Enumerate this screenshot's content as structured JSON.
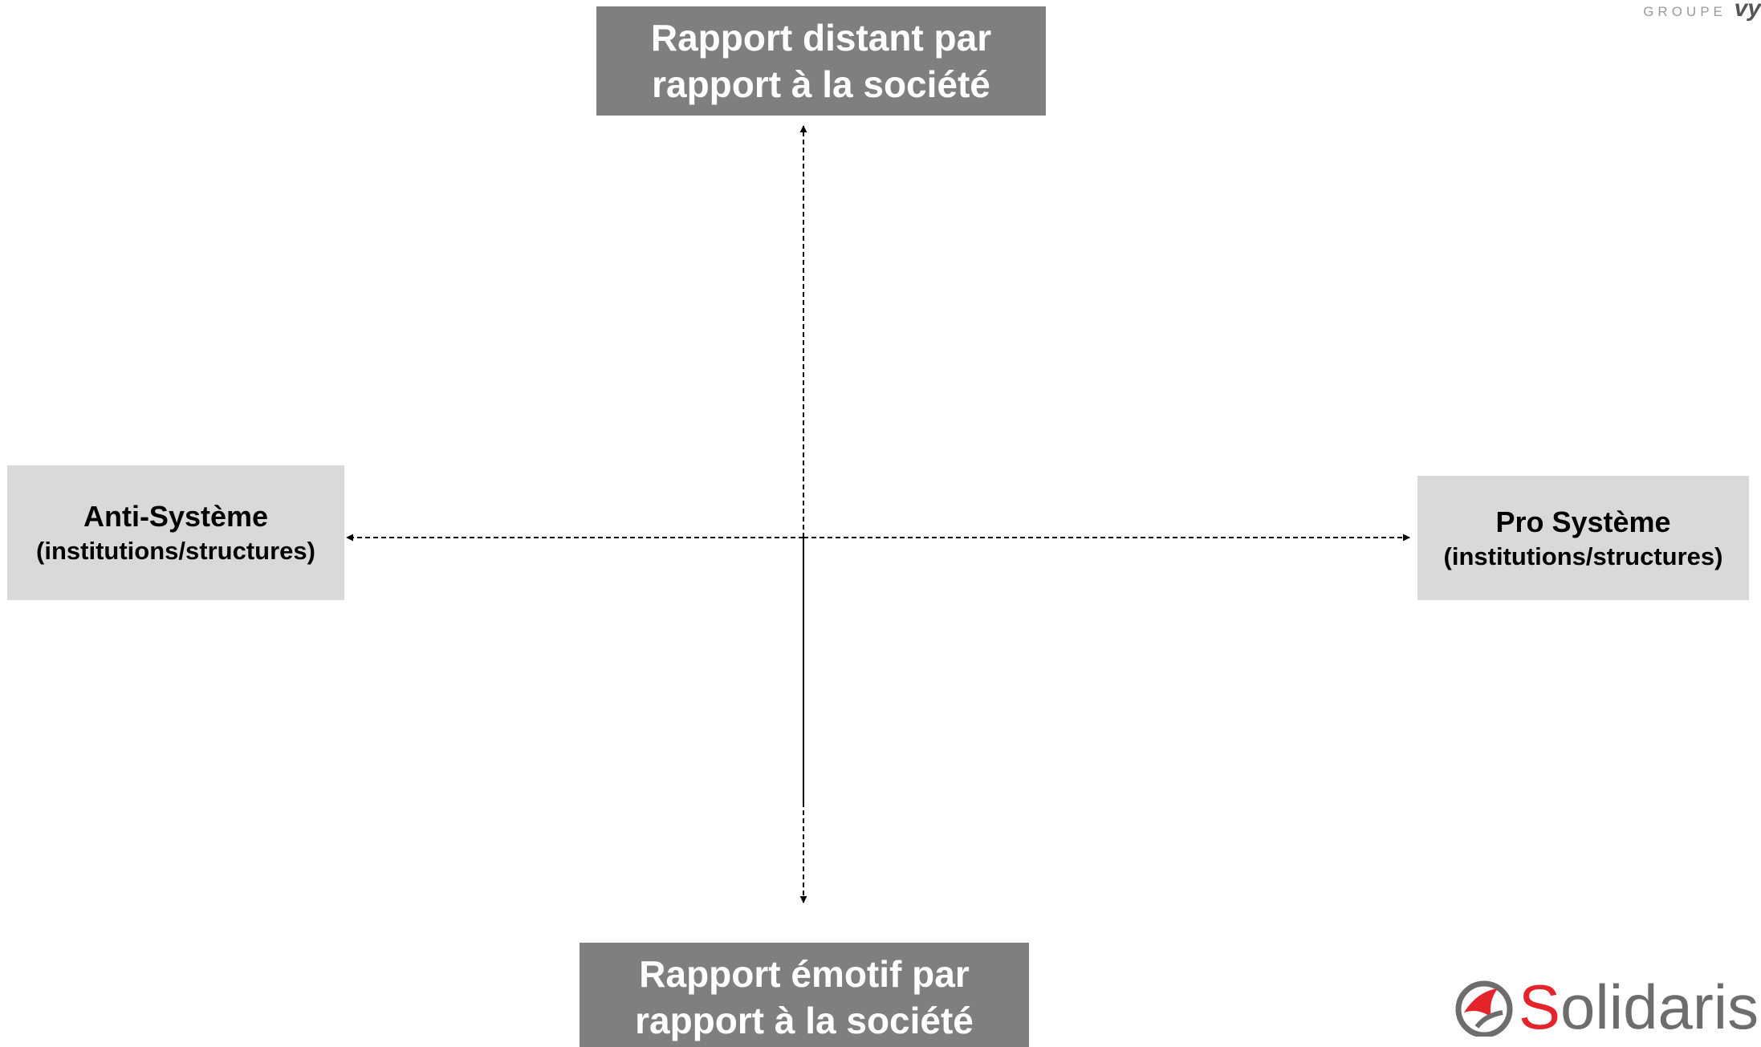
{
  "top_label": [
    "Rapport distant par",
    "rapport à la société"
  ],
  "bottom_label": [
    "Rapport émotif par",
    "rapport à la société"
  ],
  "left_label": {
    "title": "Anti-Système",
    "subtitle": "(institutions/structures)"
  },
  "right_label": {
    "title": "Pro Système",
    "subtitle": "(institutions/structures)"
  },
  "header_logo": {
    "prefix": "GROUPE",
    "mark": "vy"
  },
  "brand": {
    "first_letter": "S",
    "rest": "olidaris"
  },
  "colors": {
    "dark_box": "#7f7f7f",
    "light_box": "#d9d9d9",
    "brand_red": "#e3242b",
    "brand_gray": "#6d6d6d"
  }
}
